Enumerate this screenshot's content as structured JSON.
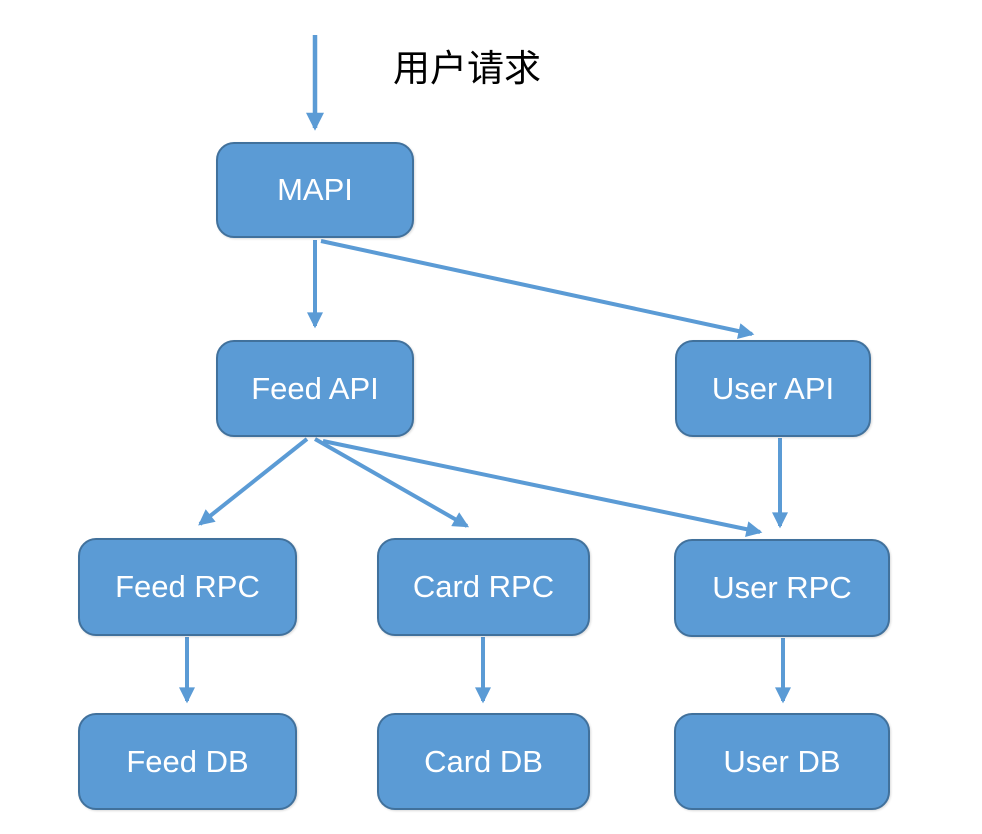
{
  "diagram": {
    "request_label": "用户请求",
    "colors": {
      "node_fill": "#5B9BD5",
      "node_border": "#41719C",
      "arrow": "#5B9BD5",
      "node_text": "#FFFFFF",
      "label_text": "#000000",
      "background": "#FFFFFF"
    },
    "nodes": [
      {
        "id": "mapi",
        "label": "MAPI"
      },
      {
        "id": "feed-api",
        "label": "Feed API"
      },
      {
        "id": "user-api",
        "label": "User API"
      },
      {
        "id": "feed-rpc",
        "label": "Feed RPC"
      },
      {
        "id": "card-rpc",
        "label": "Card RPC"
      },
      {
        "id": "user-rpc",
        "label": "User RPC"
      },
      {
        "id": "feed-db",
        "label": "Feed DB"
      },
      {
        "id": "card-db",
        "label": "Card DB"
      },
      {
        "id": "user-db",
        "label": "User DB"
      }
    ],
    "edges": [
      {
        "from": "user-request",
        "to": "mapi"
      },
      {
        "from": "mapi",
        "to": "feed-api"
      },
      {
        "from": "mapi",
        "to": "user-api"
      },
      {
        "from": "feed-api",
        "to": "feed-rpc"
      },
      {
        "from": "feed-api",
        "to": "card-rpc"
      },
      {
        "from": "feed-api",
        "to": "user-rpc"
      },
      {
        "from": "user-api",
        "to": "user-rpc"
      },
      {
        "from": "feed-rpc",
        "to": "feed-db"
      },
      {
        "from": "card-rpc",
        "to": "card-db"
      },
      {
        "from": "user-rpc",
        "to": "user-db"
      }
    ]
  }
}
